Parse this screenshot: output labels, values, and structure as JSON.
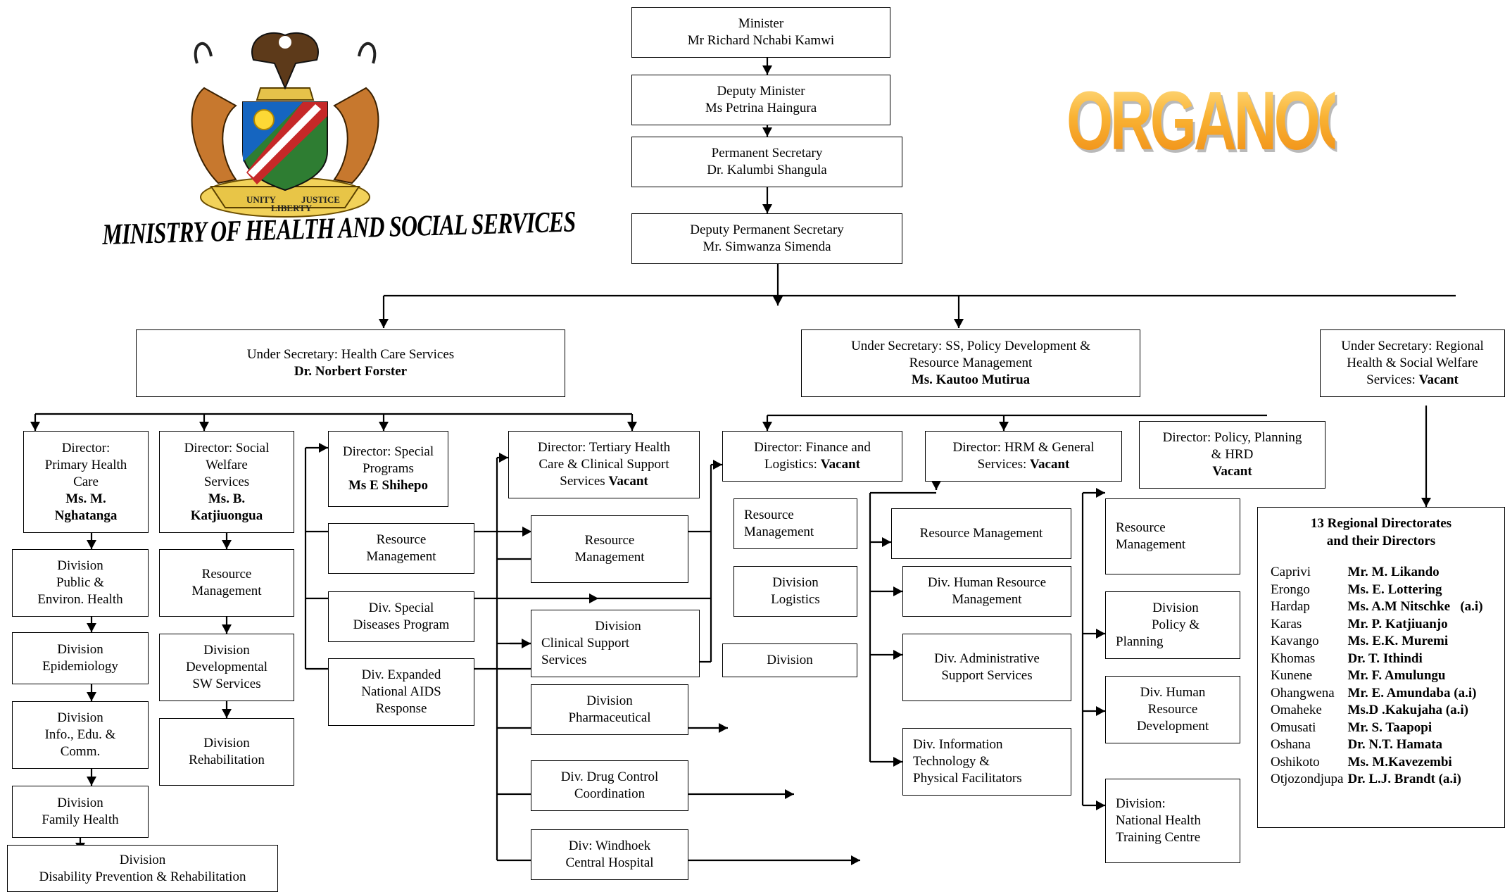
{
  "header": {
    "title": "ORGANOGRAM",
    "ministry": "MINISTRY OF HEALTH AND SOCIAL SERVICES",
    "emblem": {
      "icon": "coat-of-arms-icon",
      "motto_left": "UNITY",
      "motto_center": "LIBERTY",
      "motto_right": "JUSTICE"
    }
  },
  "top": {
    "minister": {
      "title": "Minister",
      "name": "Mr Richard Nchabi Kamwi"
    },
    "deputy_minister": {
      "title": "Deputy Minister",
      "name": "Ms Petrina Haingura"
    },
    "ps": {
      "title": "Permanent Secretary",
      "name": "Dr. Kalumbi Shangula"
    },
    "dps": {
      "title": "Deputy Permanent Secretary",
      "name": "Mr. Simwanza Simenda"
    }
  },
  "us_health": {
    "title": "Under Secretary: Health Care Services",
    "name": "Dr. Norbert Forster"
  },
  "us_policy": {
    "title1": "Under Secretary: SS, Policy Development &",
    "title2": "Resource Management",
    "name": "Ms. Kautoo Mutirua"
  },
  "us_regional": {
    "l1": "Under Secretary: Regional",
    "l2": "Health & Social Welfare",
    "l3": "Services:",
    "status": "Vacant"
  },
  "dir_phc": {
    "l1": "Director:",
    "l2": "Primary Health",
    "l3": "Care",
    "n1": "Ms. M.",
    "n2": "Nghatanga"
  },
  "dir_sw": {
    "l1": "Director: Social",
    "l2": "Welfare",
    "l3": "Services",
    "n1": "Ms. B.",
    "n2": "Katjiuongua"
  },
  "dir_sp": {
    "l1": "Director: Special",
    "l2": "Programs",
    "name": "Ms E Shihepo"
  },
  "dir_th": {
    "l1": "Director: Tertiary Health",
    "l2": "Care & Clinical Support",
    "l3": "Services",
    "status": "Vacant"
  },
  "dir_fin": {
    "l1": "Director: Finance and",
    "l2": "Logistics:",
    "status": "Vacant"
  },
  "dir_hrm": {
    "l1": "Director: HRM & General",
    "l2": "Services:",
    "status": "Vacant"
  },
  "dir_pp": {
    "l1": "Director: Policy, Planning",
    "l2": "& HRD",
    "status": "Vacant"
  },
  "phc_units": [
    [
      "Division",
      "Public &",
      "Environ. Health"
    ],
    [
      "Division",
      "Epidemiology"
    ],
    [
      "Division",
      "Info., Edu. &",
      "Comm."
    ],
    [
      "Division",
      "Family Health"
    ],
    [
      "Division",
      "Disability Prevention & Rehabilitation"
    ]
  ],
  "sw_units": [
    [
      "Resource",
      "Management"
    ],
    [
      "Division",
      "Developmental",
      "SW Services"
    ],
    [
      "Division",
      "Rehabilitation"
    ]
  ],
  "sp_units": [
    [
      "Resource",
      "Management"
    ],
    [
      "Div. Special",
      "Diseases Program"
    ],
    [
      "Div. Expanded",
      "National AIDS",
      "Response"
    ]
  ],
  "th_units": [
    [
      "Resource",
      "Management"
    ],
    [
      "Division",
      "Clinical Support",
      "Services"
    ],
    [
      "Division",
      "Pharmaceutical"
    ],
    [
      "Div. Drug Control",
      "Coordination"
    ],
    [
      "Div: Windhoek",
      "Central Hospital"
    ]
  ],
  "fin_units": [
    [
      "Resource",
      "Management"
    ],
    [
      "Division",
      "Logistics"
    ],
    [
      "Division"
    ]
  ],
  "hrm_units": [
    [
      "Resource Management"
    ],
    [
      "Div. Human Resource",
      "Management"
    ],
    [
      "Div. Administrative",
      "Support Services"
    ],
    [
      "Div. Information",
      "Technology &",
      "Physical Facilitators"
    ]
  ],
  "pp_units": [
    [
      "Resource",
      "Management"
    ],
    [
      "Division",
      "Policy &",
      "Planning"
    ],
    [
      "Div. Human",
      "Resource",
      "Development"
    ],
    [
      "Division:",
      "National Health",
      "Training Centre"
    ]
  ],
  "regional": {
    "title1": "13 Regional Directorates",
    "title2": "and their Directors",
    "rows": [
      [
        "Caprivi",
        "Mr. M. Likando"
      ],
      [
        "Erongo",
        "Ms. E. Lottering"
      ],
      [
        "Hardap",
        "Ms. A.M Nitschke   (a.i)"
      ],
      [
        "Karas",
        "Mr. P. Katjiuanjo"
      ],
      [
        "Kavango",
        "Ms. E.K. Muremi"
      ],
      [
        "Khomas",
        "Dr. T. Ithindi"
      ],
      [
        "Kunene",
        "Mr. F. Amulungu"
      ],
      [
        "Ohangwena",
        "Mr. E. Amundaba (a.i)"
      ],
      [
        "Omaheke",
        "Ms.D .Kakujaha (a.i)"
      ],
      [
        "Omusati",
        "Mr. S. Taapopi"
      ],
      [
        "Oshana",
        "Dr. N.T. Hamata"
      ],
      [
        "Oshikoto",
        "Ms. M.Kavezembi"
      ],
      [
        "Otjozondjupa",
        "Dr. L.J. Brandt (a.i)"
      ]
    ]
  },
  "colors": {
    "title_orange": "#f7a326",
    "line": "#000000"
  }
}
